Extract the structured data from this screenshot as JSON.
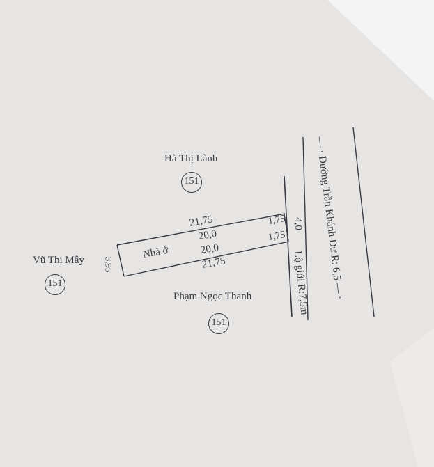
{
  "owners": {
    "north": "Hà Thị Lành",
    "west": "Vũ Thị Mây",
    "south": "Phạm Ngọc Thanh"
  },
  "parcel_number": "151",
  "house_label": "Nhà ở",
  "dimensions": {
    "top_outer": "21,75",
    "top_inner": "20,0",
    "bottom_inner": "20,0",
    "bottom_outer": "21,75",
    "right_top": "1,75",
    "right_bottom": "1,75",
    "left_width": "3,95",
    "road_width": "4,0"
  },
  "road": {
    "name": "— · Đường Trần Khánh Dư R: 6,5 — ·",
    "setback": "Lộ giới R:7,5m"
  }
}
